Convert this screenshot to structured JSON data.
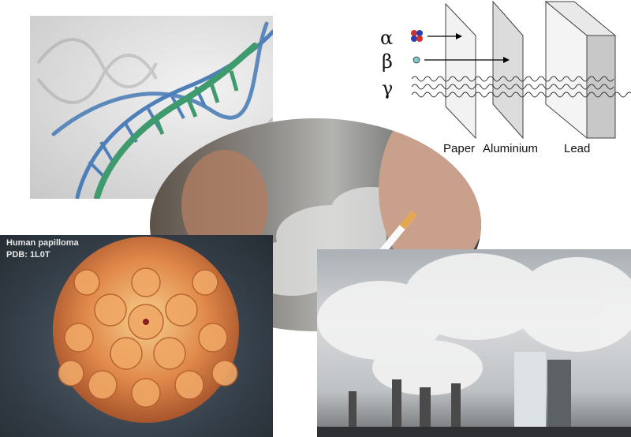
{
  "collage": {
    "panels": [
      {
        "name": "dna-double-helix",
        "icon": "dna-icon"
      },
      {
        "name": "radiation-penetration-diagram",
        "icon": "radiation-diagram-icon"
      },
      {
        "name": "person-smoking-cigarette",
        "icon": "smoking-icon"
      },
      {
        "name": "human-papillomavirus-capsid",
        "icon": "virus-icon"
      },
      {
        "name": "coal-power-plant-smoke",
        "icon": "factory-icon"
      }
    ]
  },
  "radiation": {
    "alpha": "α",
    "beta": "β",
    "gamma": "γ",
    "paper": "Paper",
    "aluminium": "Aluminium",
    "lead": "Lead"
  },
  "virus": {
    "title": "Human papilloma",
    "pdb": "PDB: 1L0T"
  },
  "colors": {
    "dna_blue": "#4e7fb8",
    "dna_green": "#3f9a6e",
    "virus_orange": "#e0884a",
    "alpha_red": "#d4312a",
    "alpha_blue": "#2b3fb3",
    "beta_teal": "#7fc8c8"
  }
}
